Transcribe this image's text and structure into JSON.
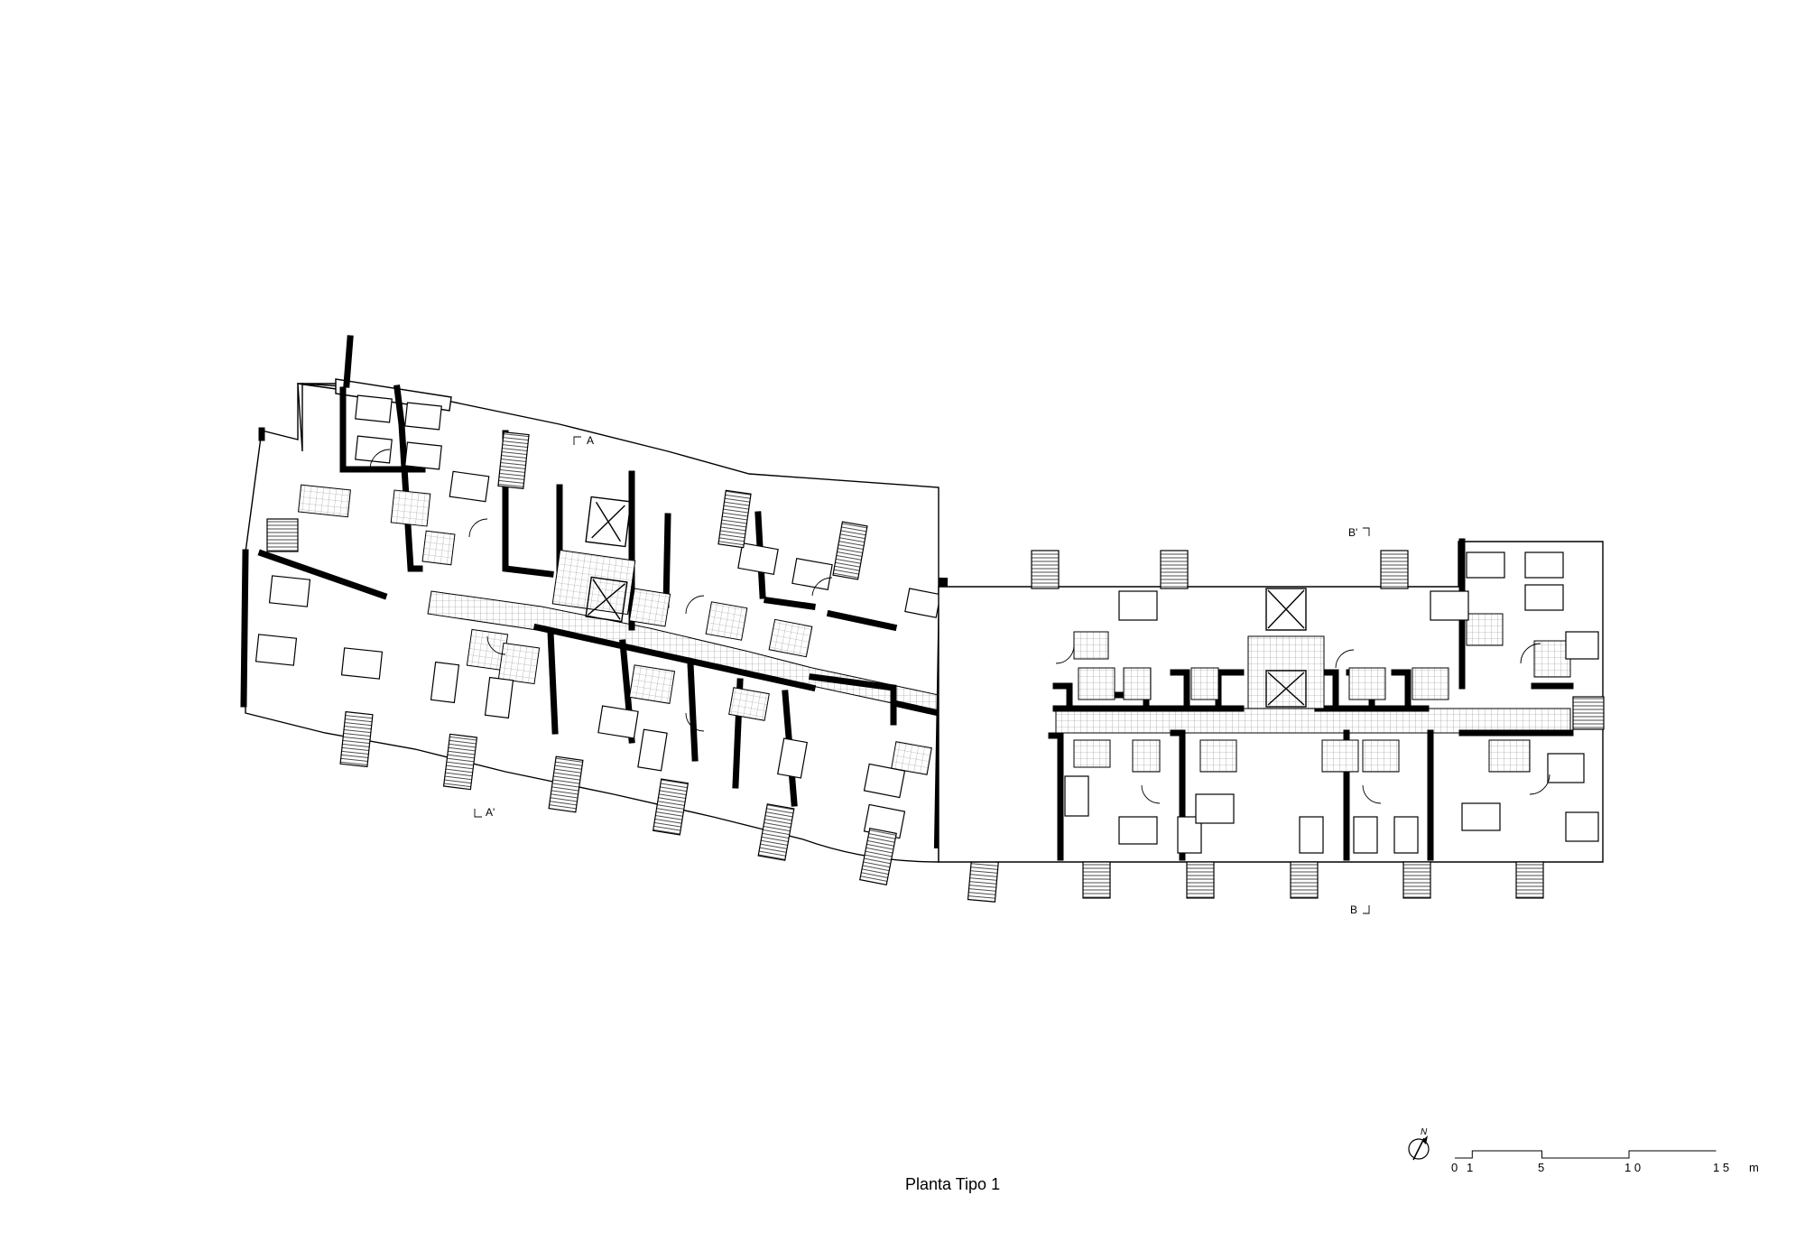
{
  "drawing": {
    "title": "Planta Tipo 1",
    "section_marks": [
      "A",
      "A'",
      "B'",
      "B"
    ],
    "north_label": "N",
    "scale": {
      "labels": [
        "0",
        "1",
        "5",
        "1 0",
        "1 5",
        "m"
      ],
      "stops_m": [
        0,
        1,
        5,
        10,
        15
      ]
    }
  },
  "colors": {
    "ink": "#000000",
    "paper": "#ffffff"
  }
}
